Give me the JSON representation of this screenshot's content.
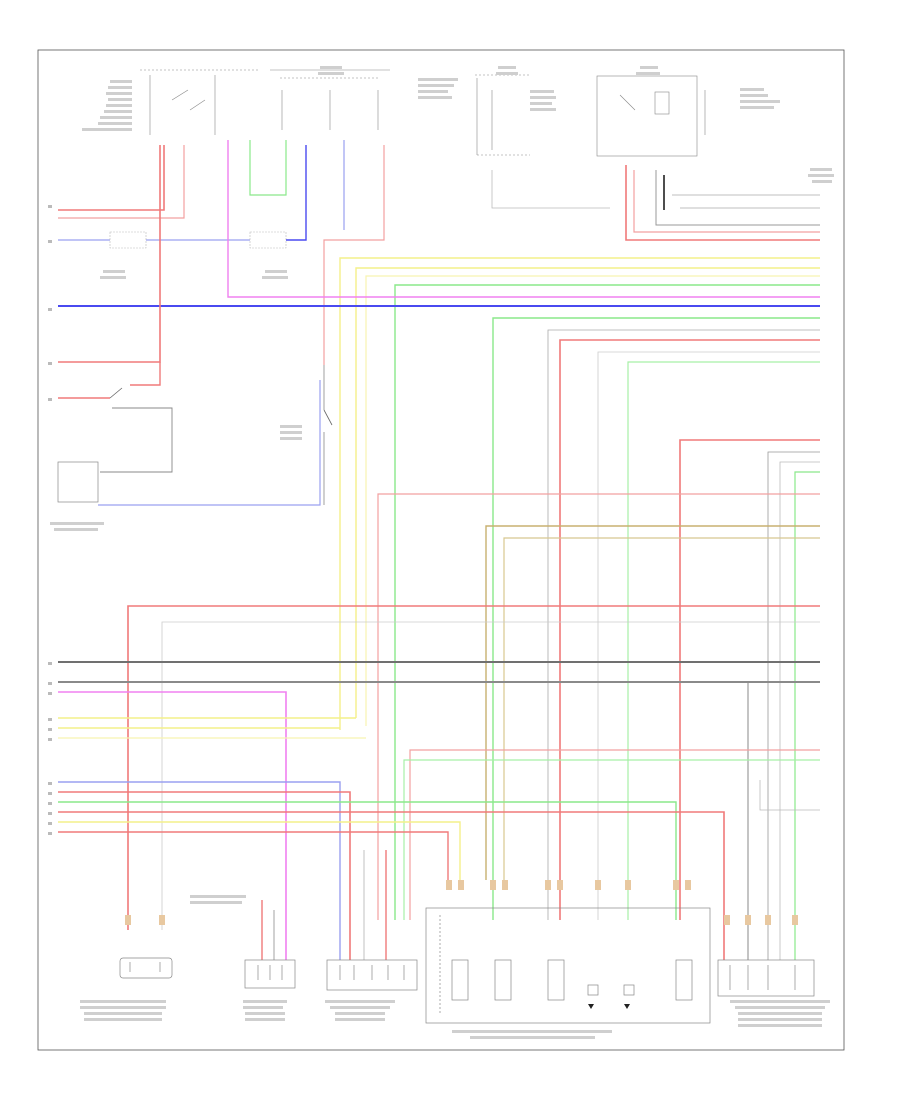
{
  "footer": {
    "code": ""
  },
  "colors": {
    "red": "#f07a7a",
    "pink": "#f2a0a0",
    "blue": "#4a4af0",
    "lightblue": "#9aa0f0",
    "magenta": "#f080f0",
    "yellow": "#f4f08a",
    "green": "#8ae88a",
    "lightgreen": "#a6f0a6",
    "gray": "#8a8a8a",
    "darkgray": "#707070",
    "olive": "#c8b070",
    "black": "#222222"
  },
  "components": [
    {
      "id": "park-neutral-switch"
    },
    {
      "id": "hot-at-all-times-fuse-1"
    },
    {
      "id": "hot-at-all-times-fuse-2"
    },
    {
      "id": "relay-top-right"
    },
    {
      "id": "cruise-control-main-switch"
    },
    {
      "id": "transmission-revolution-sensor"
    },
    {
      "id": "shift-lock-solenoid"
    },
    {
      "id": "transfer-position-sensor"
    },
    {
      "id": "transmission-solenoid-assembly"
    },
    {
      "id": "neutral-start-switch-connector"
    }
  ]
}
